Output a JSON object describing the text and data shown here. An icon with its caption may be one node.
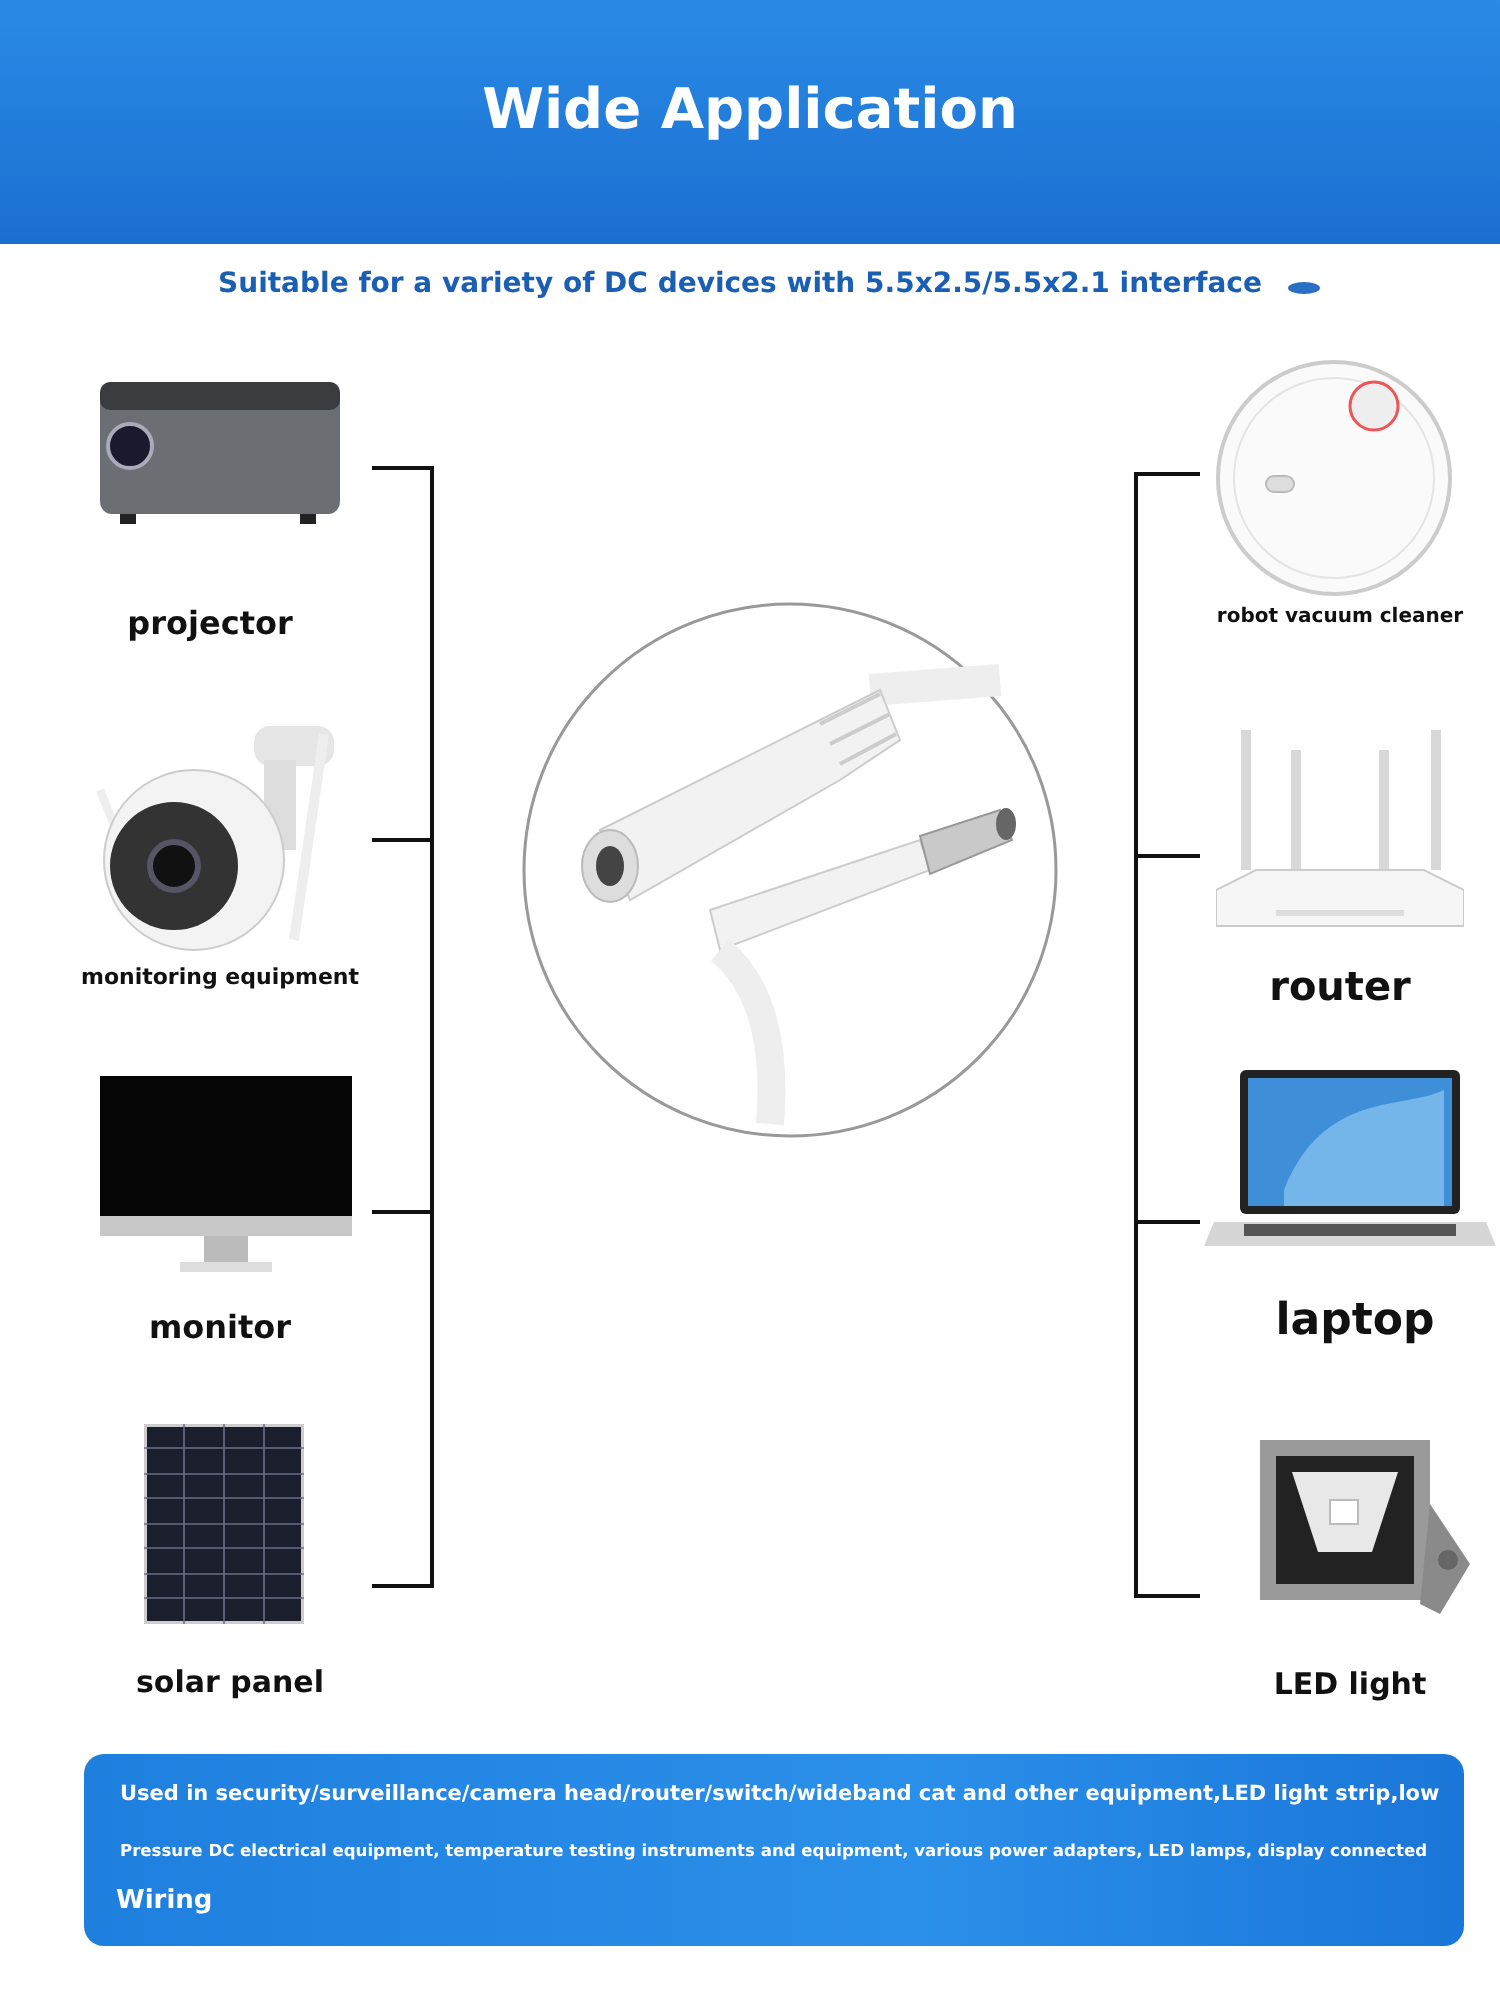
{
  "diagram": {
    "title": "Wide Application",
    "nodes": [
      {
        "text": [
          "projector"
        ]
      },
      {
        "text": [
          "monitoring equipment"
        ]
      },
      {
        "text": [
          "monitor"
        ]
      },
      {
        "text": [
          "solar panel"
        ]
      },
      {
        "text": [
          "robot vacuum cleaner"
        ]
      },
      {
        "text": [
          "router"
        ]
      },
      {
        "text": [
          "laptop"
        ]
      },
      {
        "text": [
          "LED light"
        ]
      },
      {
        "text": [],
        "shape": "picture"
      }
    ],
    "labels": [
      "Suitable for a variety of DC devices with 5.5x2.5/5.5x2.1 interface",
      "Used in security/surveillance/camera head/router/switch/wideband cat and other equipment,LED light strip,low",
      "Pressure DC electrical equipment, temperature testing instruments and equipment, various power adapters, LED lamps, display connected",
      "Wiring"
    ]
  }
}
